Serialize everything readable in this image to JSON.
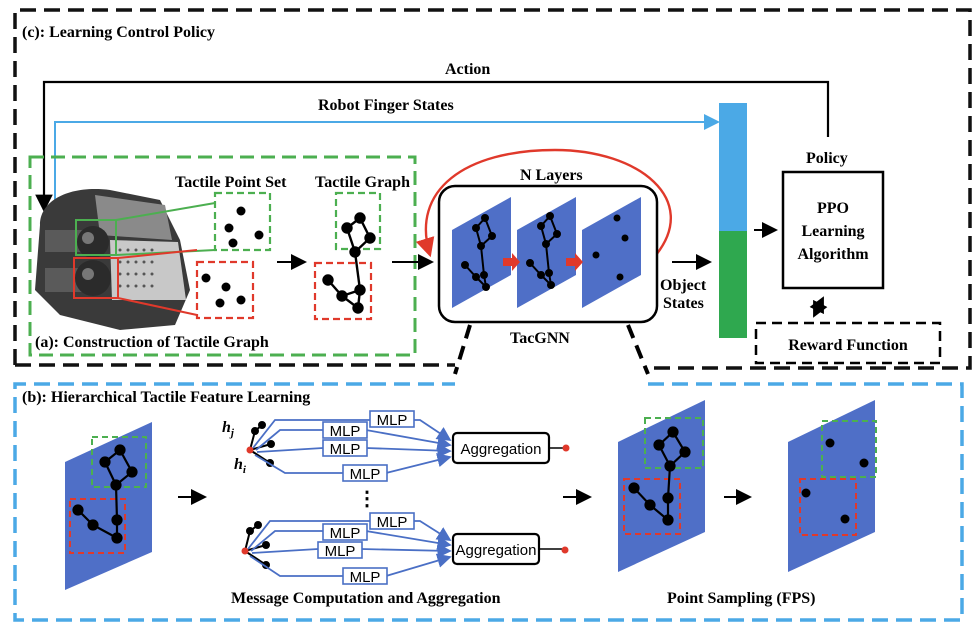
{
  "panels": {
    "c_title": "(c): Learning Control Policy",
    "a_title": "(a): Construction of Tactile Graph",
    "b_title": "(b): Hierarchical Tactile Feature Learning"
  },
  "top": {
    "action": "Action",
    "finger_states": "Robot Finger States",
    "tactile_point_set": "Tactile Point Set",
    "tactile_graph": "Tactile Graph",
    "n_layers": "N Layers",
    "tacgnn": "TacGNN",
    "object_states": [
      "Object",
      "States"
    ],
    "policy": "Policy",
    "ppo": [
      "PPO",
      "Learning",
      "Algorithm"
    ],
    "reward": "Reward Function"
  },
  "bottom": {
    "h_j": "h",
    "h_j_sub": "j",
    "h_i": "h",
    "h_i_sub": "i",
    "mlp": "MLP",
    "aggregation": "Aggregation",
    "dots": "⋮",
    "msg_caption": "Message Computation and Aggregation",
    "fps_caption": "Point Sampling (FPS)"
  },
  "colors": {
    "green": "#4caf50",
    "red": "#e0392b",
    "blue_panel": "#4f6fc7",
    "light_blue": "#4ba9e6",
    "bar_green": "#2fa84f",
    "arrow_blue": "#4a6fc5"
  }
}
